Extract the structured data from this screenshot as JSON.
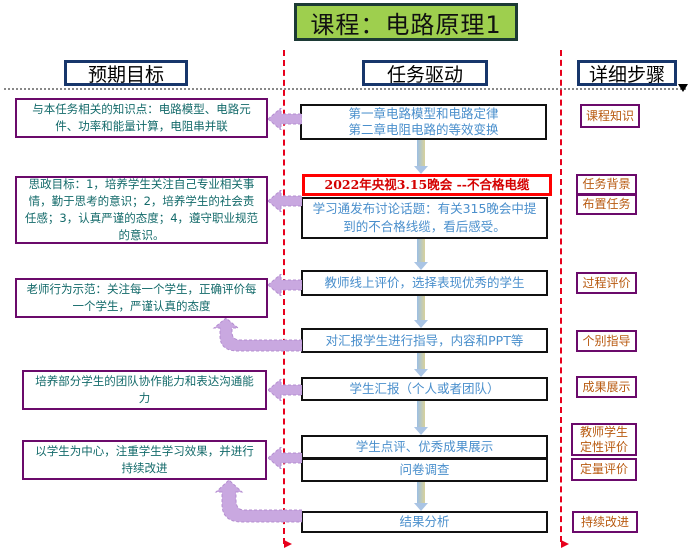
{
  "title": "课程：电路原理1",
  "columns": {
    "goals": "预期目标",
    "tasks": "任务驱动",
    "steps": "详细步骤"
  },
  "goals": [
    "与本任务相关的知识点：电路模型、电路元件、功率和能量计算，电阻串并联",
    "思政目标：1，培养学生关注自己专业相关事情，勤于思考的意识；2，培养学生的社会责任感；3，认真严谨的态度；4，遵守职业规范的意识。",
    "老师行为示范：关注每一个学生，正确评价每一个学生，严谨认真的态度",
    "培养部分学生的团队协作能力和表达沟通能力",
    "以学生为中心，注重学生学习效果，并进行持续改进"
  ],
  "tasks": [
    "第一章电路模型和电路定律\n第二章电阻电路的等效变换",
    "2022年央视3.15晚会 --不合格电缆",
    "学习通发布讨论话题：有关315晚会中提到的不合格线缆，看后感受。",
    "教师线上评价，选择表现优秀的学生",
    "对汇报学生进行指导，内容和PPT等",
    "学生汇报（个人或者团队）",
    "学生点评、优秀成果展示",
    "问卷调查",
    "结果分析"
  ],
  "steps": [
    "课程知识",
    "任务背景",
    "布置任务",
    "过程评价",
    "个别指导",
    "成果展示",
    "教师学生定性评价",
    "定量评价",
    "持续改进"
  ],
  "colors": {
    "title_bg": "#9ecf4e",
    "goal_border": "#6b0a6b",
    "goal_text": "#136a6a",
    "task_text": "#4a8fcc",
    "highlight": "#ff0000",
    "step_text": "#b85a10",
    "arrow_fill": "#c9a8e0",
    "divider": "#e8001c"
  }
}
